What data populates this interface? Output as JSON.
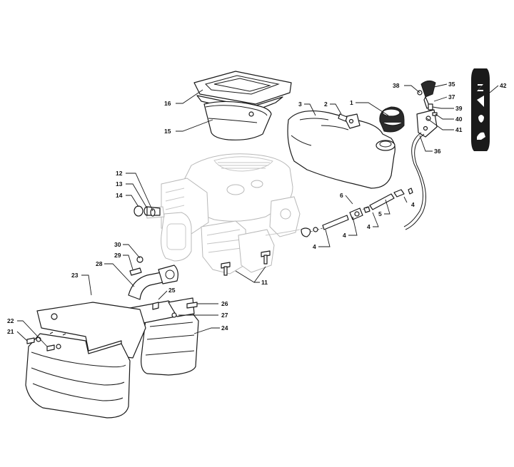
{
  "diagram": {
    "callouts": [
      {
        "id": "c1",
        "text": "1"
      },
      {
        "id": "c2",
        "text": "2"
      },
      {
        "id": "c3",
        "text": "3"
      },
      {
        "id": "c4a",
        "text": "4"
      },
      {
        "id": "c4b",
        "text": "4"
      },
      {
        "id": "c4c",
        "text": "4"
      },
      {
        "id": "c4d",
        "text": "4"
      },
      {
        "id": "c5",
        "text": "5"
      },
      {
        "id": "c6",
        "text": "6"
      },
      {
        "id": "c11",
        "text": "11"
      },
      {
        "id": "c12",
        "text": "12"
      },
      {
        "id": "c13",
        "text": "13"
      },
      {
        "id": "c14",
        "text": "14"
      },
      {
        "id": "c15",
        "text": "15"
      },
      {
        "id": "c16",
        "text": "16"
      },
      {
        "id": "c21",
        "text": "21"
      },
      {
        "id": "c22",
        "text": "22"
      },
      {
        "id": "c23",
        "text": "23"
      },
      {
        "id": "c24",
        "text": "24"
      },
      {
        "id": "c25",
        "text": "25"
      },
      {
        "id": "c26",
        "text": "26"
      },
      {
        "id": "c27",
        "text": "27"
      },
      {
        "id": "c28",
        "text": "28"
      },
      {
        "id": "c29",
        "text": "29"
      },
      {
        "id": "c30",
        "text": "30"
      },
      {
        "id": "c35",
        "text": "35"
      },
      {
        "id": "c36",
        "text": "36"
      },
      {
        "id": "c37",
        "text": "37"
      },
      {
        "id": "c38",
        "text": "38"
      },
      {
        "id": "c39",
        "text": "39"
      },
      {
        "id": "c40",
        "text": "40"
      },
      {
        "id": "c41",
        "text": "41"
      },
      {
        "id": "c42",
        "text": "42"
      }
    ]
  },
  "colors": {
    "line": "#1a1a1a",
    "ghost": "#b8b8b8",
    "background": "#ffffff"
  }
}
